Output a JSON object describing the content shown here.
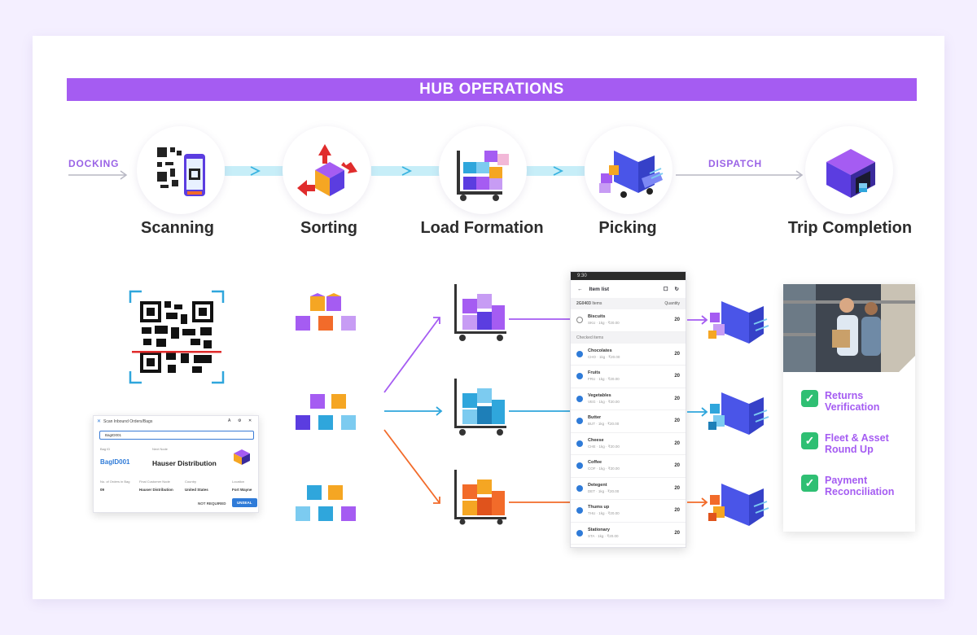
{
  "banner": {
    "title": "HUB OPERATIONS"
  },
  "flow": {
    "docking": "DOCKING",
    "dispatch": "DISPATCH"
  },
  "stages": [
    {
      "label": "Scanning",
      "icon": "qr-phone-icon"
    },
    {
      "label": "Sorting",
      "icon": "box-sort-icon"
    },
    {
      "label": "Load Formation",
      "icon": "cart-boxes-icon"
    },
    {
      "label": "Picking",
      "icon": "truck-picking-icon"
    },
    {
      "label": "Trip Completion",
      "icon": "warehouse-icon"
    }
  ],
  "phone": {
    "status_time": "9:30",
    "title": "Item list",
    "col_left": "Items",
    "col_left_count": "2G0403",
    "col_right": "Quantity",
    "first_item": {
      "name": "Biscuits",
      "meta": "SKU · 1kg · ₹20.00",
      "qty": "20"
    },
    "checked_label": "Checked items",
    "items": [
      {
        "name": "Chocolates",
        "meta": "CHO · 1kg · ₹20.00",
        "qty": "20"
      },
      {
        "name": "Fruits",
        "meta": "FRU · 1kg · ₹20.00",
        "qty": "20"
      },
      {
        "name": "Vegetables",
        "meta": "VEG · 1kg · ₹20.00",
        "qty": "20"
      },
      {
        "name": "Butter",
        "meta": "BUT · 1kg · ₹20.00",
        "qty": "20"
      },
      {
        "name": "Cheese",
        "meta": "CHE · 1kg · ₹20.00",
        "qty": "20"
      },
      {
        "name": "Coffee",
        "meta": "COF · 1kg · ₹20.00",
        "qty": "20"
      },
      {
        "name": "Detegent",
        "meta": "DET · 1kg · ₹20.00",
        "qty": "20"
      },
      {
        "name": "Thums up",
        "meta": "THU · 1kg · ₹20.00",
        "qty": "20"
      },
      {
        "name": "Stationary",
        "meta": "STA · 1kg · ₹20.00",
        "qty": "20"
      }
    ]
  },
  "dialog": {
    "title": "Scan Inbound Orders/Bags",
    "search_value": "BagID001",
    "bag_label": "Bag ID",
    "bag_id": "BagID001",
    "hub_label": "Next Node",
    "hub_name": "Hauser Distribution",
    "f1_label": "No. of Orders in Bag",
    "f1_value": "09",
    "f2_label": "Final Customer Node",
    "f2_value": "Hauser Distribution",
    "f3_label": "Country",
    "f3_value": "United States",
    "f4_label": "Location",
    "f4_value": "Fort Wayne",
    "btn_secondary": "NOT REQUIRED",
    "btn_primary": "UNSEAL"
  },
  "checklist": [
    {
      "line1": "Returns",
      "line2": "Verification"
    },
    {
      "line1": "Fleet & Asset",
      "line2": "Round Up"
    },
    {
      "line1": "Payment",
      "line2": "Reconciliation"
    }
  ],
  "colors": {
    "purple": "#a55cf2",
    "blue": "#2fa6dc",
    "orange": "#f26b2a",
    "flow_light": "#c7eef8",
    "check_green": "#2fbf73"
  }
}
